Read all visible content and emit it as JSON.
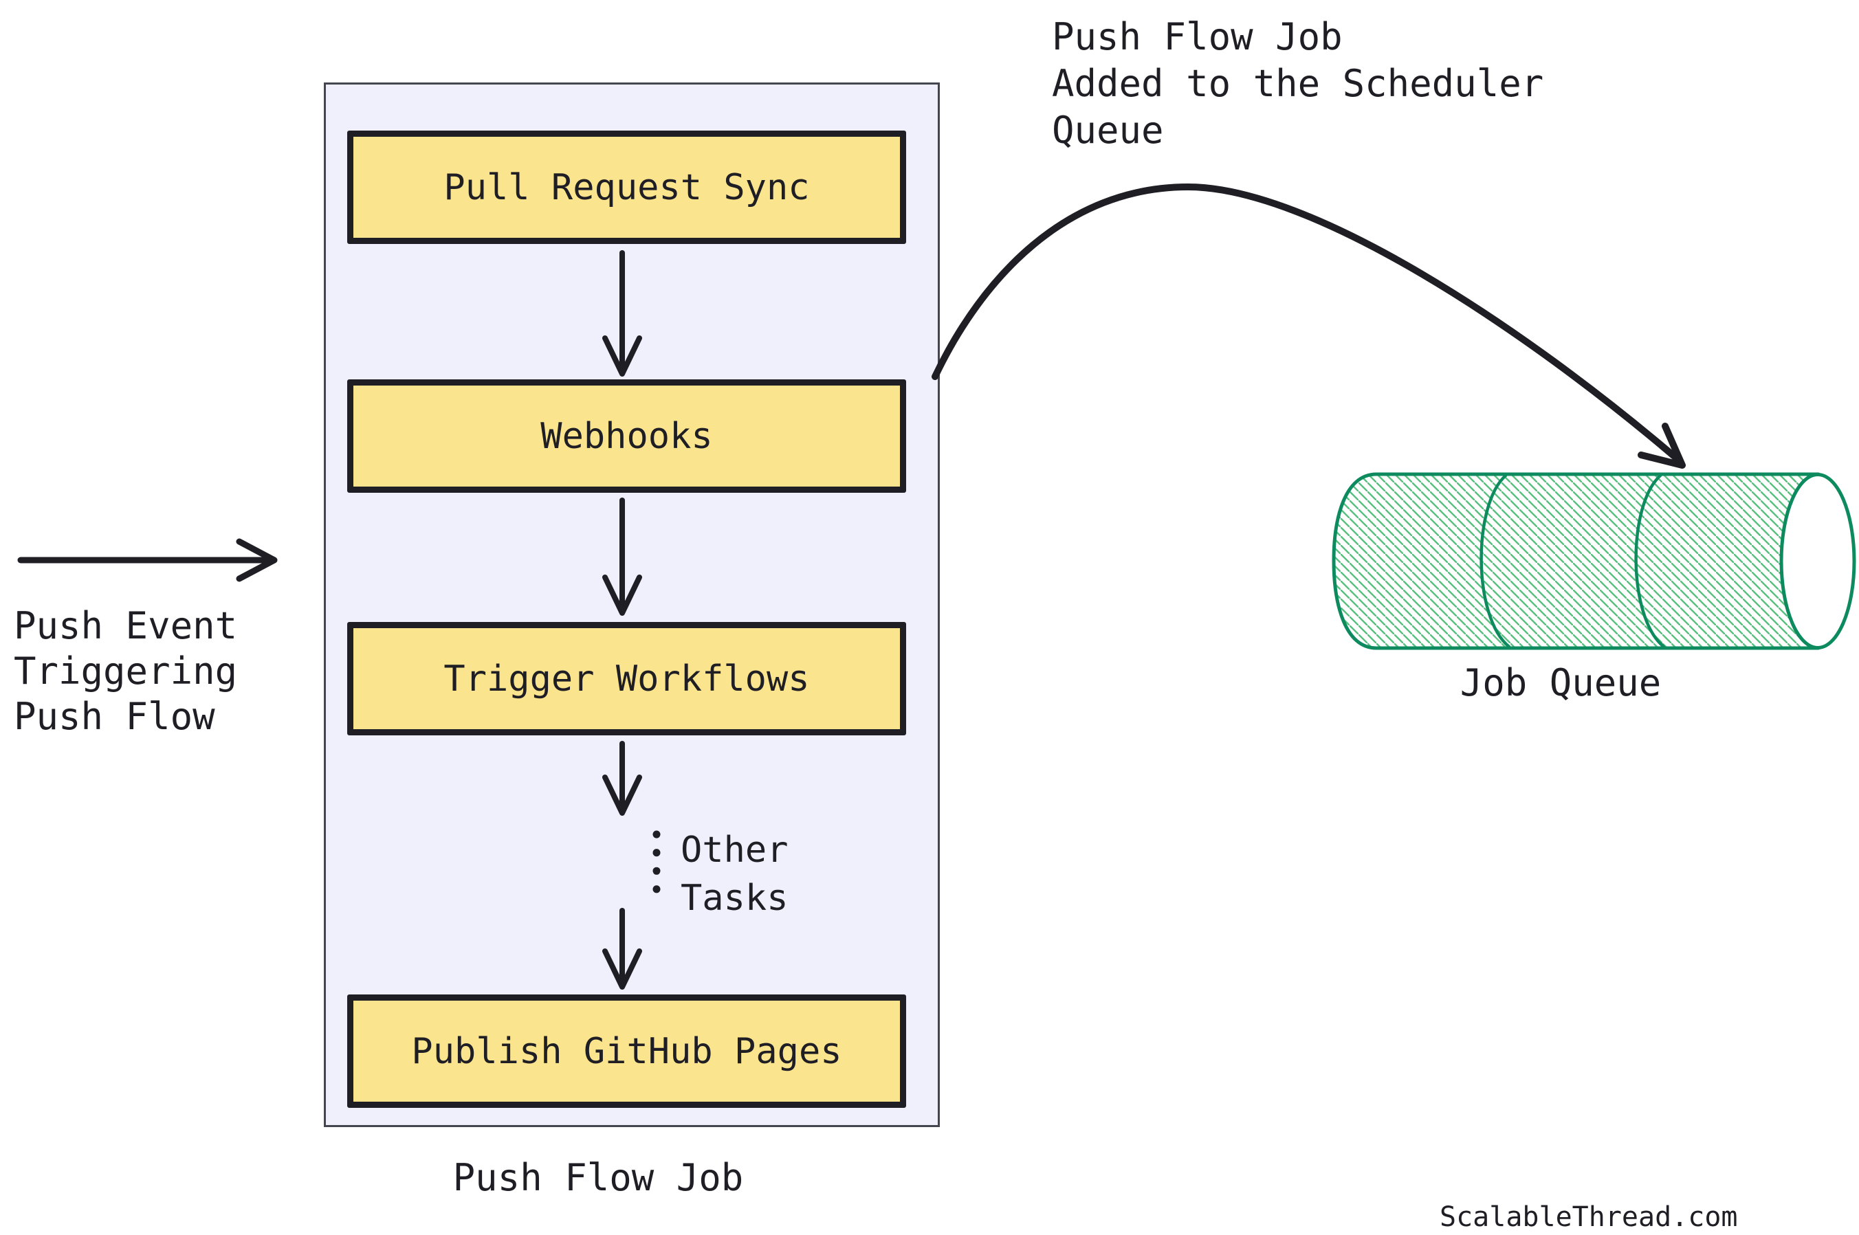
{
  "diagram": {
    "flow_container": {
      "title": "Push Flow Job",
      "steps": [
        {
          "label": "Pull Request Sync"
        },
        {
          "label": "Webhooks"
        },
        {
          "label": "Trigger Workflows"
        },
        {
          "label": "Publish GitHub Pages"
        }
      ],
      "other_tasks": "Other\nTasks"
    },
    "annotations": {
      "push_event": "Push Event\nTriggering\nPush Flow",
      "scheduler_queue": "Push Flow Job\nAdded to the Scheduler\nQueue"
    },
    "job_queue": {
      "label": "Job Queue"
    },
    "watermark": "ScalableThread.com",
    "colors": {
      "page_background": "#FFFFFF",
      "container_fill": "#F0EFFC",
      "container_border": "#43454F",
      "step_fill": "#FAE48D",
      "step_border": "#1E1E24",
      "arrow": "#1E1E24",
      "queue_outline": "#0E8A5F",
      "queue_hatch": "#58BF7E",
      "text": "#1E1E24"
    }
  }
}
